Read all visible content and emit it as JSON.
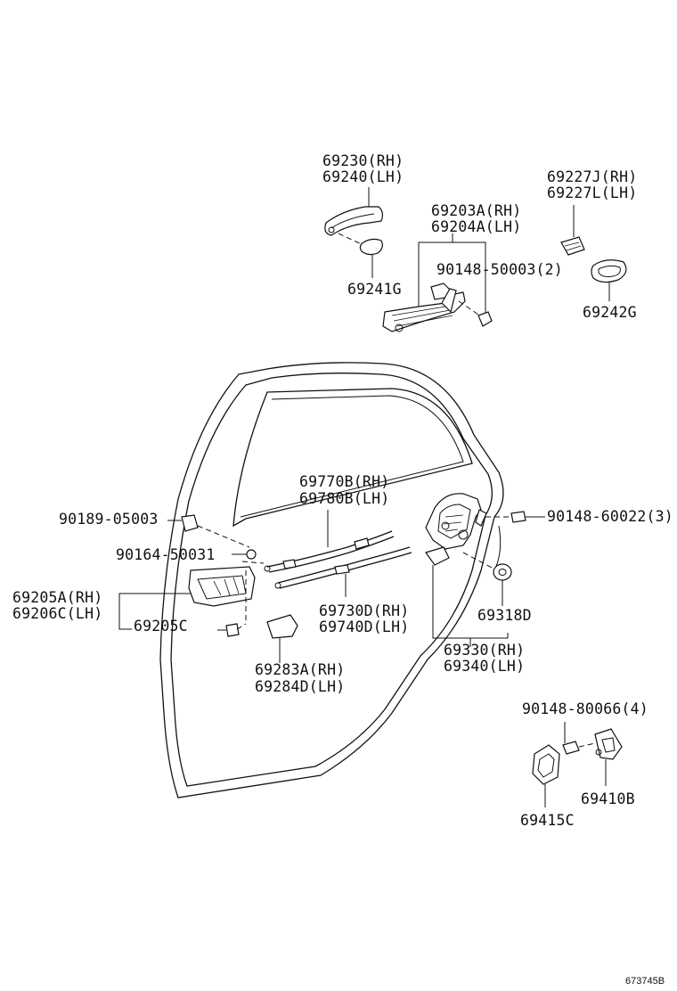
{
  "labels": {
    "l69230": "69230(RH)",
    "l69240": "69240(LH)",
    "l69241G": "69241G",
    "l69203A": "69203A(RH)",
    "l69204A": "69204A(LH)",
    "l90148_50003": "90148-50003(2)",
    "l69227J": "69227J(RH)",
    "l69227L": "69227L(LH)",
    "l69242G": "69242G",
    "l69770B": "69770B(RH)",
    "l69780B": "69780B(LH)",
    "l90189_05003": "90189-05003",
    "l90148_60022": "90148-60022(3)",
    "l90164_50031": "90164-50031",
    "l69205A": "69205A(RH)",
    "l69206C": "69206C(LH)",
    "l69205C": "69205C",
    "l69730D": "69730D(RH)",
    "l69740D": "69740D(LH)",
    "l69318D": "69318D",
    "l69330": "69330(RH)",
    "l69340": "69340(LH)",
    "l69283A": "69283A(RH)",
    "l69284D": "69284D(LH)",
    "l90148_80066": "90148-80066(4)",
    "l69410B": "69410B",
    "l69415C": "69415C"
  },
  "illustration_code": "673745B"
}
